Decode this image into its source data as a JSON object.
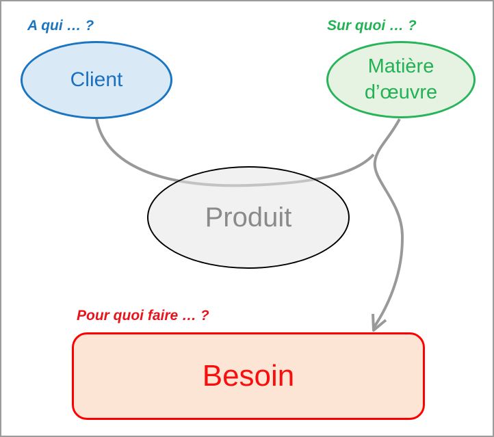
{
  "diagram": {
    "description": "Product definition diagram linking Client, Matière d’œuvre and Produit to Besoin",
    "background": "#ffffff",
    "frame_border_color": "#9b9b9b"
  },
  "nodes": {
    "client": {
      "label": "Client",
      "question": "A qui … ?",
      "shape": "ellipse",
      "border_color": "#1b75c0",
      "fill_color": "#d9eaf6",
      "text_color": "#1b6fc1"
    },
    "matiere": {
      "label": "Matière d’œuvre",
      "question": "Sur quoi … ?",
      "shape": "ellipse",
      "border_color": "#28b45a",
      "fill_color": "#e7f3e2",
      "text_color": "#21b254"
    },
    "produit": {
      "label": "Produit",
      "shape": "ellipse",
      "border_color": "#000000",
      "fill_color": "#f2f2f2",
      "text_color": "#8a8a8a"
    },
    "besoin": {
      "label": "Besoin",
      "question": "Pour quoi faire … ?",
      "shape": "rounded-rectangle",
      "border_color": "#fe0000",
      "fill_color": "#fce5d5",
      "text_color": "#f90d0d",
      "question_color": "#e8131b"
    }
  },
  "connectors": {
    "color": "#999999",
    "client_to_junction": "curve from bottom of Client dipping across top of Produit up to junction",
    "matiere_to_besoin": "S-curve from bottom of Matière d’œuvre down to arrowhead on top of Besoin"
  }
}
